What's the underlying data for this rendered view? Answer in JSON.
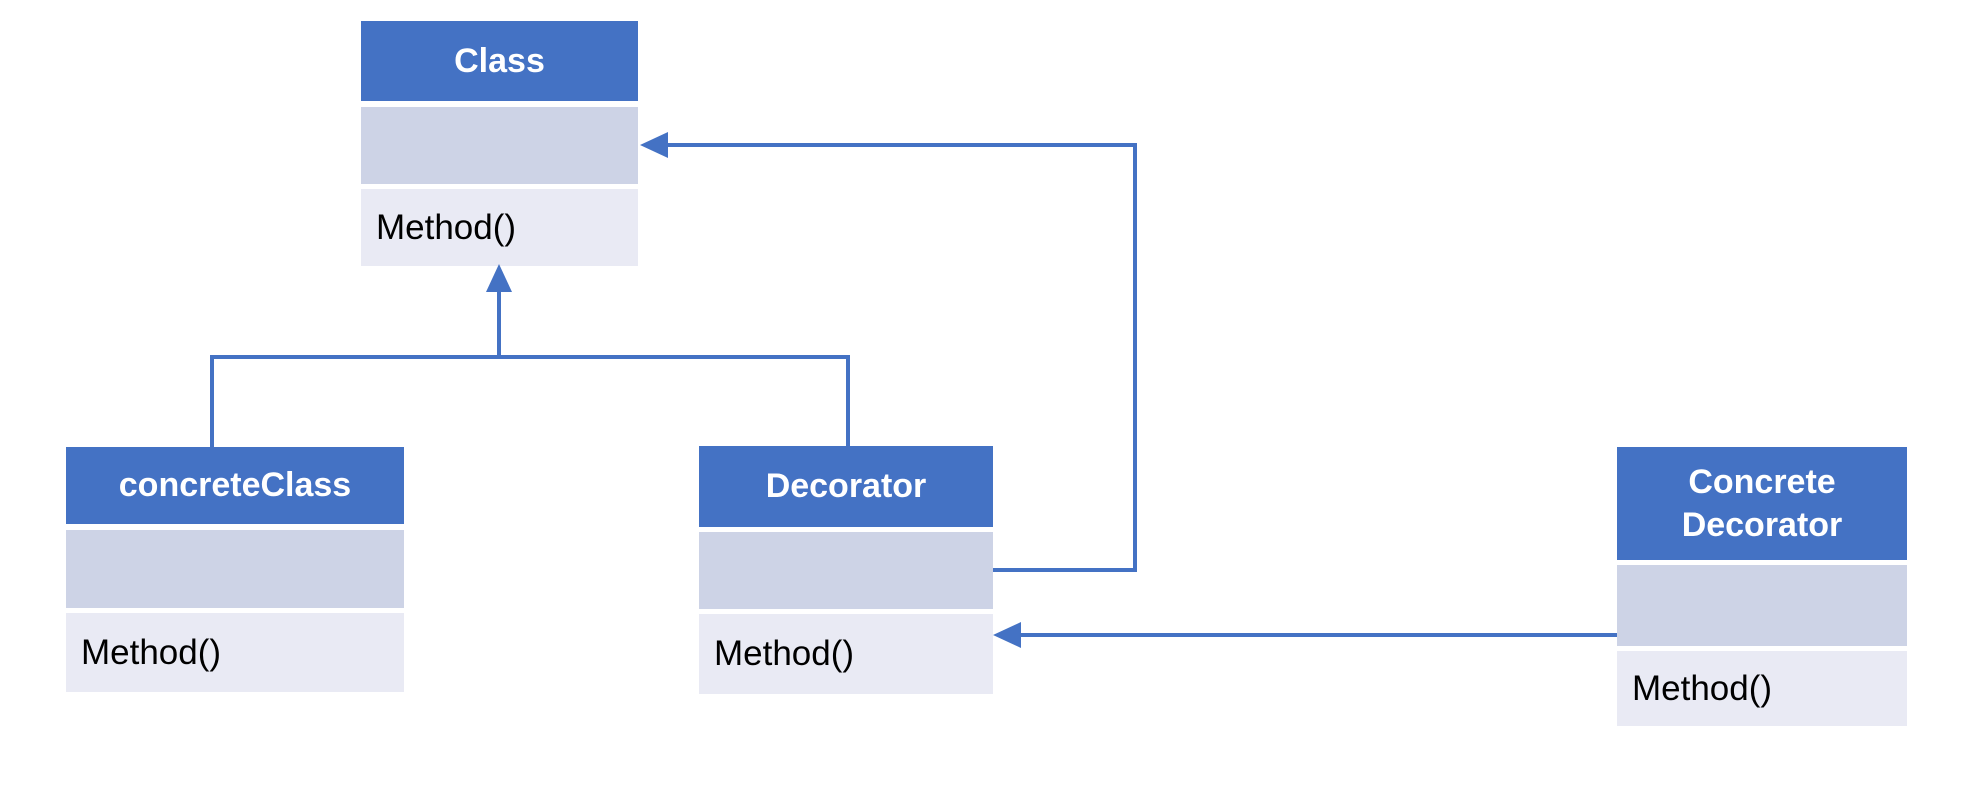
{
  "diagram": {
    "type": "uml-class-diagram",
    "pattern": "Decorator",
    "classes": [
      {
        "name": "Class",
        "attributes": "",
        "method": "Method()"
      },
      {
        "name": "concreteClass",
        "attributes": "",
        "method": "Method()"
      },
      {
        "name": "Decorator",
        "attributes": "",
        "method": "Method()"
      },
      {
        "name": "Concrete Decorator",
        "attributes": "",
        "method": "Method()"
      }
    ],
    "relationships": [
      {
        "type": "inheritance",
        "from": "concreteClass",
        "to": "Class"
      },
      {
        "type": "inheritance",
        "from": "Decorator",
        "to": "Class"
      },
      {
        "type": "directed-association",
        "from": "Decorator",
        "to": "Class",
        "target_compartment": "attributes"
      },
      {
        "type": "directed-association",
        "from": "Concrete Decorator",
        "to": "Decorator",
        "target_compartment": "method"
      }
    ],
    "colors": {
      "header-fill": "#4472C4",
      "attribute-fill": "#CDD3E6",
      "method-fill": "#E9EAF4",
      "connector": "#4472C4",
      "header-text": "#FFFFFF",
      "method-text": "#000000",
      "background": "#FFFFFF"
    }
  }
}
